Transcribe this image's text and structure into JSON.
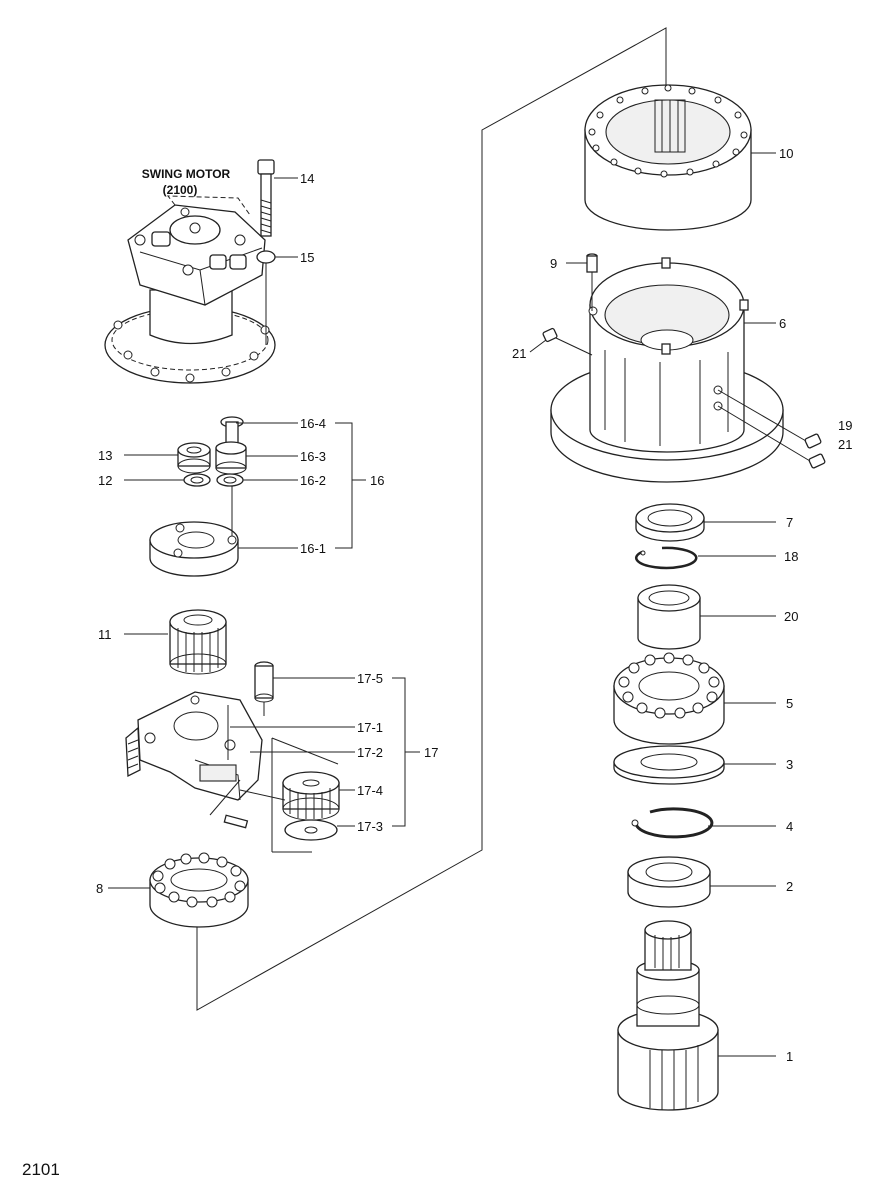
{
  "page_number": "2101",
  "assembly": {
    "title_line1": "SWING MOTOR",
    "title_line2": "(2100)"
  },
  "callouts": {
    "p1": "1",
    "p2": "2",
    "p3": "3",
    "p4": "4",
    "p5": "5",
    "p6": "6",
    "p7": "7",
    "p8": "8",
    "p9": "9",
    "p10": "10",
    "p11": "11",
    "p12": "12",
    "p13": "13",
    "p14": "14",
    "p15": "15",
    "p16": "16",
    "p16_1": "16-1",
    "p16_2": "16-2",
    "p16_3": "16-3",
    "p16_4": "16-4",
    "p17": "17",
    "p17_1": "17-1",
    "p17_2": "17-2",
    "p17_3": "17-3",
    "p17_4": "17-4",
    "p17_5": "17-5",
    "p18": "18",
    "p19": "19",
    "p20": "20",
    "p21a": "21",
    "p21b": "21"
  }
}
